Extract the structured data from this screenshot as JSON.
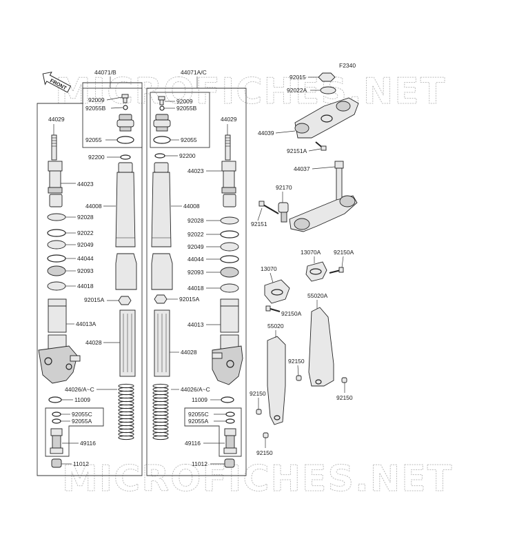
{
  "figure_code": "F2340",
  "front_label": "FRONT",
  "watermark": "MICROFICHES.NET",
  "colors": {
    "line": "#222222",
    "part_fill": "#e8e8e8",
    "watermark": "#bdbdbd"
  },
  "labels": {
    "l44071B": "44071/B",
    "l44071AC": "44071A/C",
    "l92009a": "92009",
    "l92055Ba": "92055B",
    "l92055a": "92055",
    "l92009b": "92009",
    "l92055Bb": "92055B",
    "l92055b": "92055",
    "l44029a": "44029",
    "l44029b": "44029",
    "l92200a": "92200",
    "l92200b": "92200",
    "l44023a": "44023",
    "l44023b": "44023",
    "l44008a": "44008",
    "l44008b": "44008",
    "l92028a": "92028",
    "l92028b": "92028",
    "l92022a": "92022",
    "l92022b": "92022",
    "l92049a": "92049",
    "l92049b": "92049",
    "l44044a": "44044",
    "l44044b": "44044",
    "l92093a": "92093",
    "l92093b": "92093",
    "l44018a": "44018",
    "l44018b": "44018",
    "l92015Aa": "92015A",
    "l92015Ab": "92015A",
    "l44013A": "44013A",
    "l44013": "44013",
    "l44028a": "44028",
    "l44028b": "44028",
    "l44026a": "44026/A~C",
    "l44026b": "44026/A~C",
    "l11009a": "11009",
    "l11009b": "11009",
    "l92055Ca": "92055C",
    "l92055Cb": "92055C",
    "l92055Aa": "92055A",
    "l92055Ab": "92055A",
    "l49116a": "49116",
    "l49116b": "49116",
    "l11012a": "11012",
    "l11012b": "11012",
    "l92015": "92015",
    "l92022A": "92022A",
    "l44039": "44039",
    "l92151A": "92151A",
    "l44037": "44037",
    "l92170": "92170",
    "l92151": "92151",
    "l13070A": "13070A",
    "l92150Aa": "92150A",
    "l13070": "13070",
    "l92150Ab": "92150A",
    "l55020A": "55020A",
    "l55020": "55020",
    "l92150a": "92150",
    "l92150b": "92150",
    "l92150c": "92150",
    "l92150d": "92150"
  }
}
